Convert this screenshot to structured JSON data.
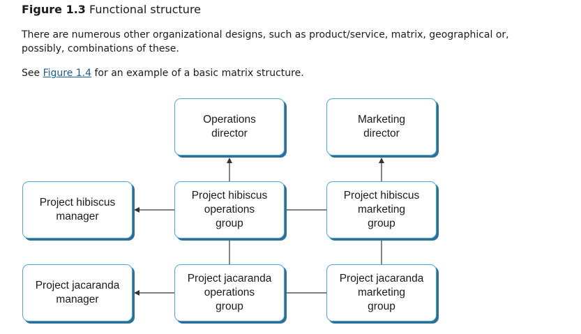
{
  "caption": {
    "label": "Figure 1.3",
    "title": "Functional structure"
  },
  "paragraph_1": "There are numerous other organizational designs, such as product/service, matrix, geographical or, possibly, combinations of these.",
  "paragraph_2": {
    "prefix": "See ",
    "link_text": "Figure 1.4",
    "suffix": " for an example of a basic matrix structure."
  },
  "diagram": {
    "boxes": {
      "operations_director": "Operations\ndirector",
      "marketing_director": "Marketing\ndirector",
      "hibiscus_manager": "Project hibiscus\nmanager",
      "hibiscus_operations": "Project hibiscus\noperations\ngroup",
      "hibiscus_marketing": "Project hibiscus\nmarketing\ngroup",
      "jacaranda_manager": "Project jacaranda\nmanager",
      "jacaranda_operations": "Project jacaranda\noperations\ngroup",
      "jacaranda_marketing": "Project jacaranda\nmarketing\ngroup"
    },
    "colors": {
      "box_border": "#4aa6d8",
      "box_shadow": "#2f6f96",
      "connector": "#333333",
      "link": "#1a5d8a"
    }
  }
}
